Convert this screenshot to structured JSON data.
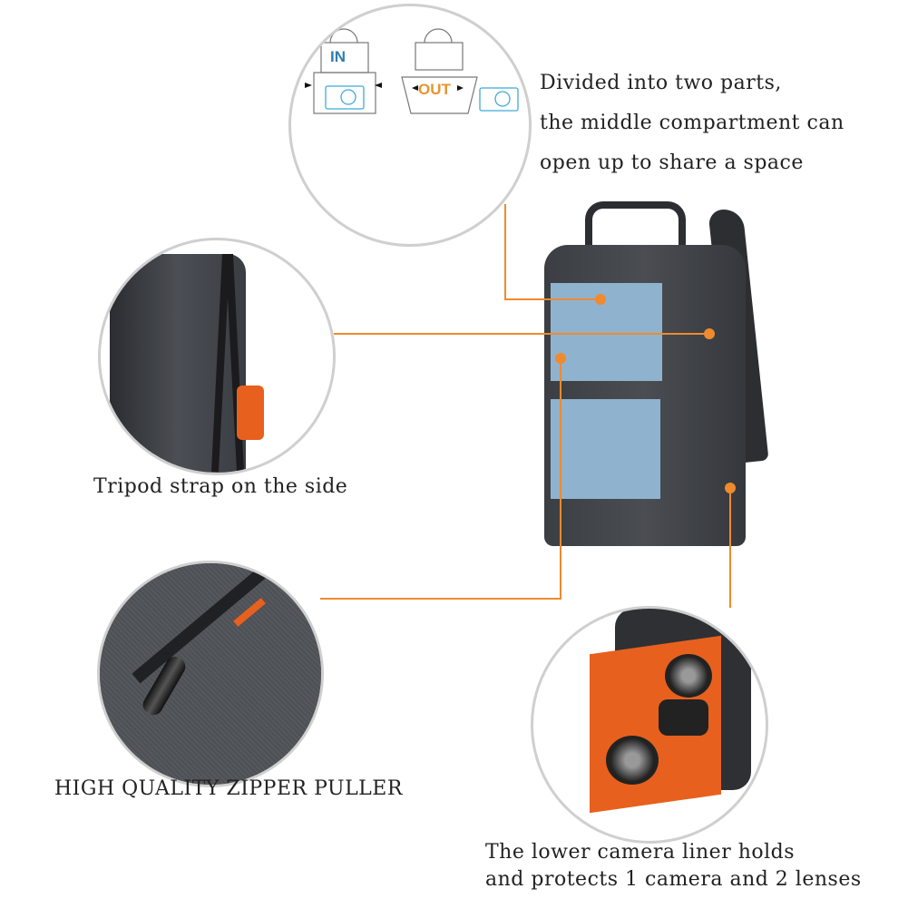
{
  "diagram": {
    "in_label": "IN",
    "out_label": "OUT"
  },
  "captions": {
    "compartment": [
      "Divided into two parts,",
      "the middle compartment can",
      "open up to share a space"
    ],
    "tripod": "Tripod strap on the side",
    "zipper": "HIGH QUALITY ZIPPER PULLER",
    "liner": [
      "The lower camera liner holds",
      "and protects 1 camera and 2 lenses"
    ]
  },
  "colors": {
    "accent": "#ef8a2e",
    "panel": "#8fb3cf",
    "bag": "#3a3d42",
    "in": "#2f7db0",
    "out": "#e8942f"
  }
}
